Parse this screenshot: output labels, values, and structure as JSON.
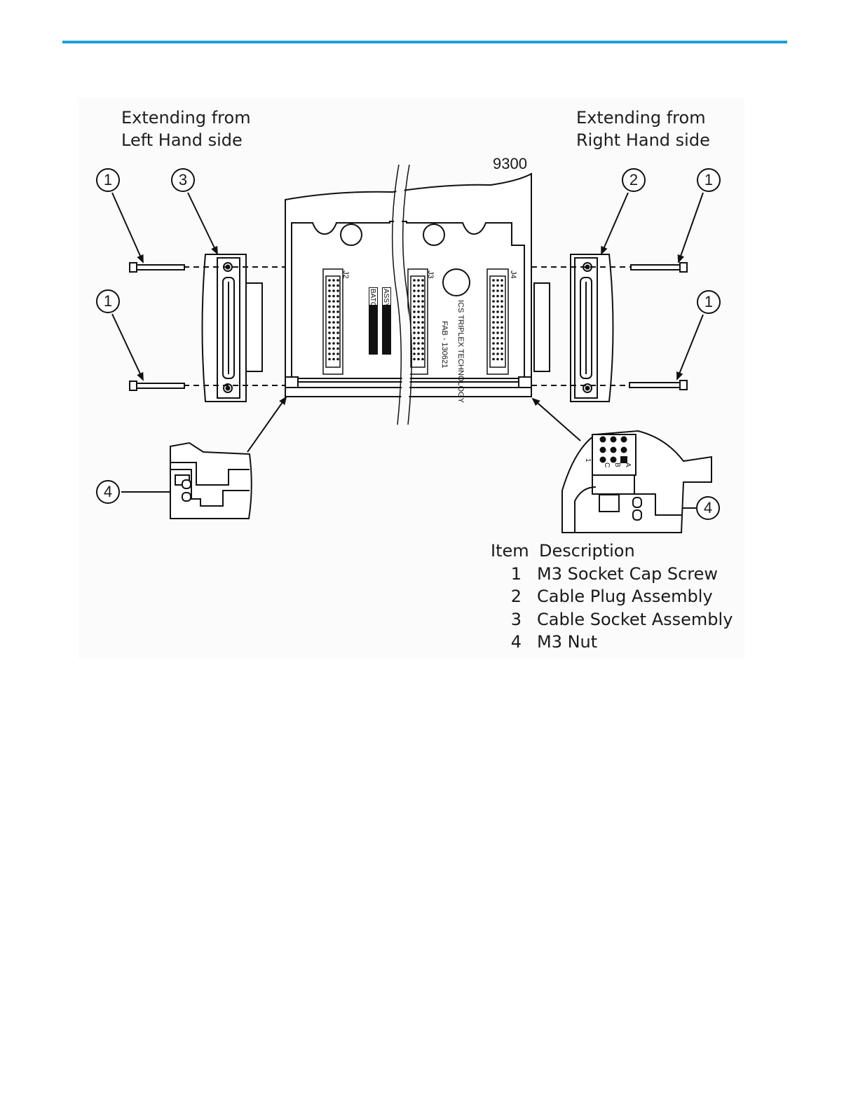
{
  "figure": {
    "left_heading": [
      "Extending from",
      "Left Hand side"
    ],
    "right_heading": [
      "Extending from",
      "Right Hand side"
    ],
    "model_label": "9300",
    "callouts": {
      "screw": "1",
      "plug": "2",
      "socket": "3",
      "nut": "4"
    },
    "board_text": {
      "connectors": [
        "J2",
        "J3",
        "J4"
      ],
      "batch": "BATCH",
      "assy": "ASSY",
      "maker": "ICS TRIPLEX TECHNOLOGY",
      "fab": "FAB - 130621",
      "pin_rows": [
        "A",
        "B",
        "C"
      ],
      "pin_one": "1"
    }
  },
  "legend": {
    "item_header": "Item",
    "description_header": "Description",
    "rows": [
      {
        "item": "1",
        "description": "M3 Socket Cap Screw"
      },
      {
        "item": "2",
        "description": "Cable Plug Assembly"
      },
      {
        "item": "3",
        "description": "Cable Socket Assembly"
      },
      {
        "item": "4",
        "description": "M3 Nut"
      }
    ]
  },
  "colors": {
    "rule": "#1aa0db",
    "line": "#111111",
    "figure_background": "#fbfbfb"
  }
}
